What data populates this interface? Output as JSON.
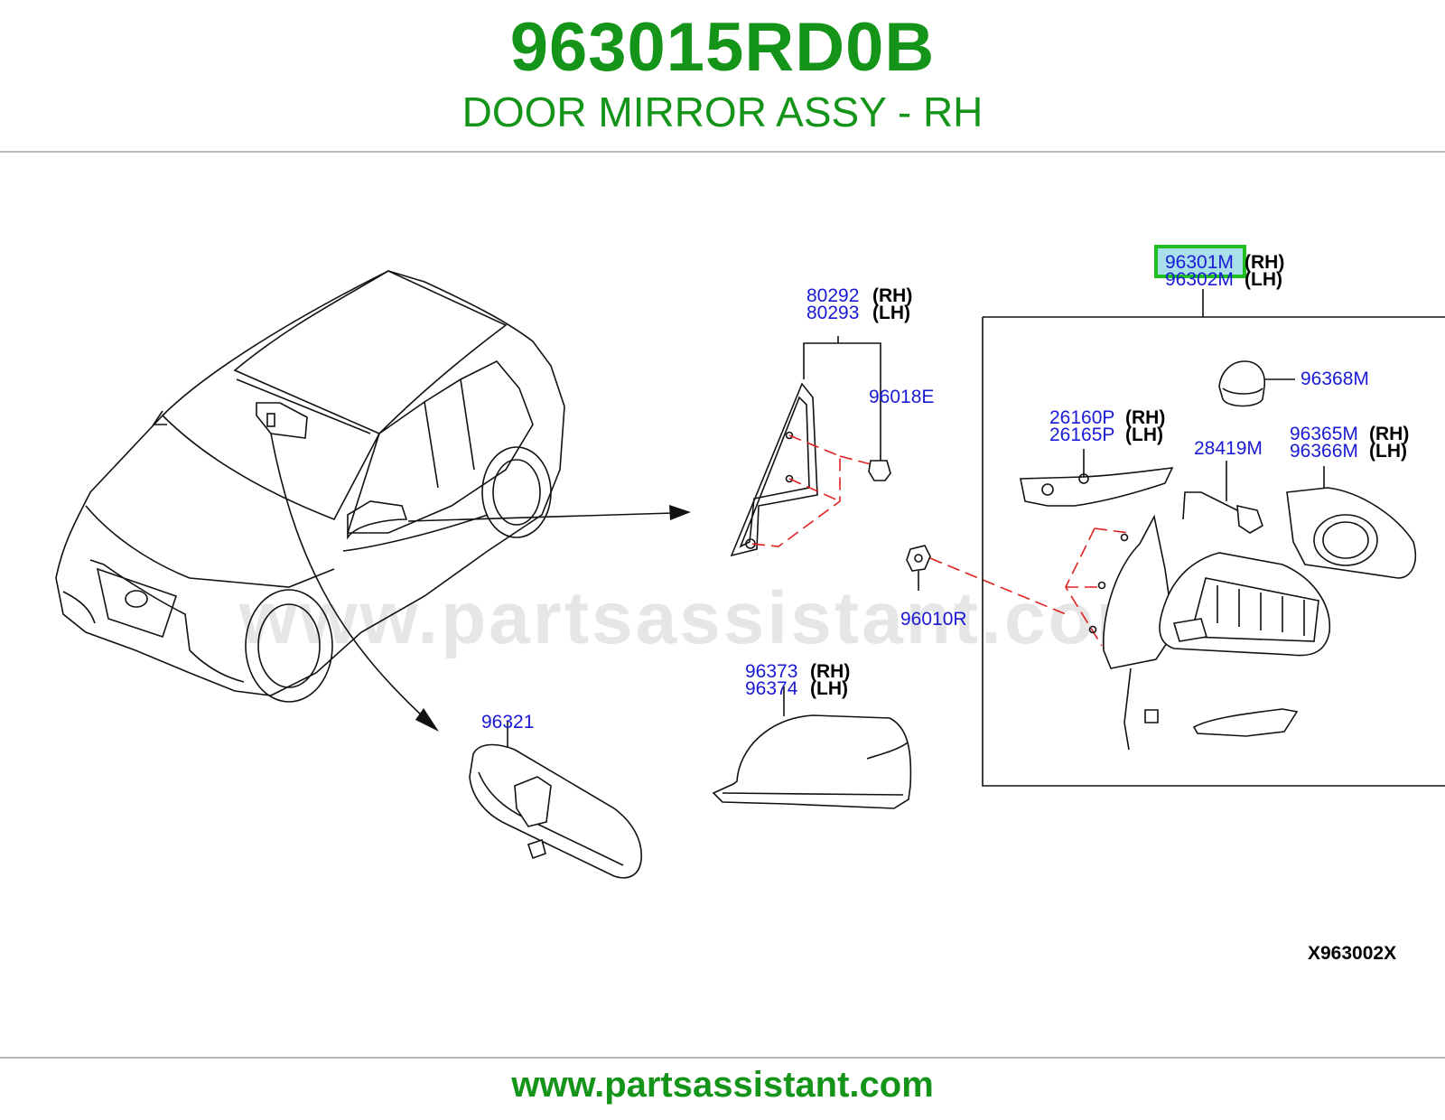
{
  "header": {
    "part_number": "963015RD0B",
    "description": "DOOR MIRROR ASSY - RH"
  },
  "watermark": "www.partsassistant.com",
  "diagram": {
    "code": "X963002X",
    "callouts": {
      "c80292": {
        "part": "80292",
        "side": "(RH)"
      },
      "c80293": {
        "part": "80293",
        "side": "(LH)"
      },
      "c96018E": {
        "part": "96018E"
      },
      "c96301M": {
        "part": "96301M",
        "side": "(RH)"
      },
      "c96302M": {
        "part": "96302M",
        "side": "(LH)"
      },
      "c96368M": {
        "part": "96368M"
      },
      "c26160P": {
        "part": "26160P",
        "side": "(RH)"
      },
      "c26165P": {
        "part": "26165P",
        "side": "(LH)"
      },
      "c28419M": {
        "part": "28419M"
      },
      "c96365M": {
        "part": "96365M",
        "side": "(RH)"
      },
      "c96366M": {
        "part": "96366M",
        "side": "(LH)"
      },
      "c96010R": {
        "part": "96010R"
      },
      "c96373": {
        "part": "96373",
        "side": "(RH)"
      },
      "c96374": {
        "part": "96374",
        "side": "(LH)"
      },
      "c96321": {
        "part": "96321"
      }
    },
    "highlighted_part": "96301M",
    "highlight_color": "#1fbf1f"
  },
  "footer": {
    "url": "www.partsassistant.com"
  },
  "colors": {
    "brand_green": "#149419",
    "callout_blue": "#1a1ad6",
    "leader_red": "#e0201e"
  }
}
